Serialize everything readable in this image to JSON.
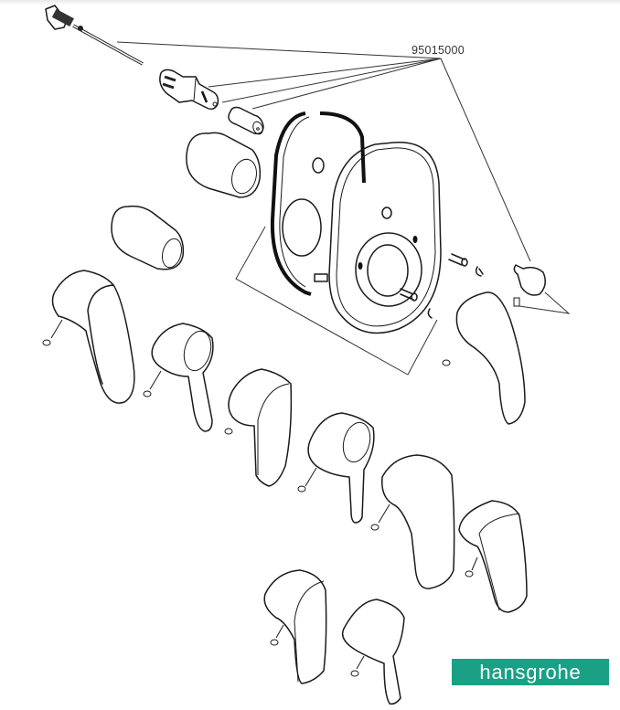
{
  "diagram": {
    "type": "exploded-parts-diagram",
    "part_number_label": "95015000",
    "brand": {
      "name": "hansgrohe",
      "color": "#1aa185",
      "text_color": "#ffffff"
    },
    "parts": [
      {
        "id": "spindle-rod",
        "description": "long spindle/extension rod with splined head"
      },
      {
        "id": "cartridge",
        "description": "valve cartridge with threaded body"
      },
      {
        "id": "extension-sleeve",
        "description": "small cylindrical extension sleeve"
      },
      {
        "id": "cover-sleeve-large",
        "description": "large cylindrical cover sleeve"
      },
      {
        "id": "cover-sleeve-small",
        "description": "tapered cylindrical cover sleeve"
      },
      {
        "id": "gasket",
        "description": "oval rubber gasket"
      },
      {
        "id": "escutcheon-plate",
        "description": "oval escutcheon plate with center hole"
      },
      {
        "id": "screws",
        "description": "mounting screws and clips"
      },
      {
        "id": "diverter-knob",
        "description": "small diverter knob with set screw"
      },
      {
        "id": "handles",
        "count": 9,
        "description": "handle variants with grub screws"
      }
    ],
    "callout_target": "95015000"
  }
}
